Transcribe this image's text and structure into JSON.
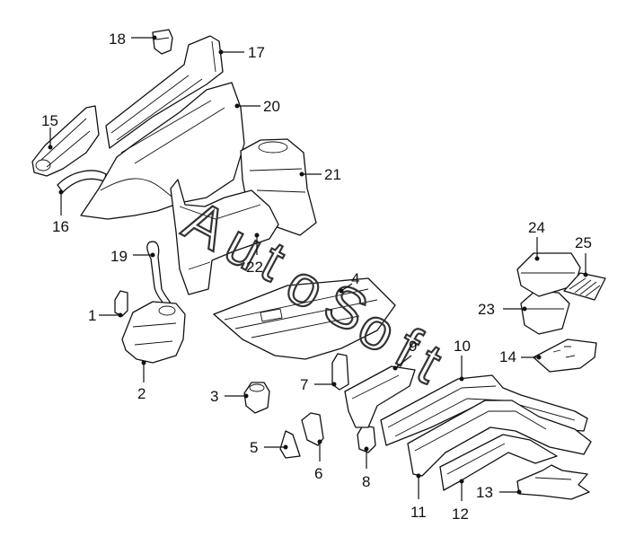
{
  "callouts": [
    {
      "id": "c1",
      "label": "1"
    },
    {
      "id": "c2",
      "label": "2"
    },
    {
      "id": "c3",
      "label": "3"
    },
    {
      "id": "c4",
      "label": "4"
    },
    {
      "id": "c5",
      "label": "5"
    },
    {
      "id": "c6",
      "label": "6"
    },
    {
      "id": "c7",
      "label": "7"
    },
    {
      "id": "c8",
      "label": "8"
    },
    {
      "id": "c9",
      "label": "9"
    },
    {
      "id": "c10",
      "label": "10"
    },
    {
      "id": "c11",
      "label": "11"
    },
    {
      "id": "c12",
      "label": "12"
    },
    {
      "id": "c13",
      "label": "13"
    },
    {
      "id": "c14",
      "label": "14"
    },
    {
      "id": "c15",
      "label": "15"
    },
    {
      "id": "c16",
      "label": "16"
    },
    {
      "id": "c17",
      "label": "17"
    },
    {
      "id": "c18",
      "label": "18"
    },
    {
      "id": "c19",
      "label": "19"
    },
    {
      "id": "c20",
      "label": "20"
    },
    {
      "id": "c21",
      "label": "21"
    },
    {
      "id": "c22",
      "label": "22"
    },
    {
      "id": "c23",
      "label": "23"
    },
    {
      "id": "c24",
      "label": "24"
    },
    {
      "id": "c25",
      "label": "25"
    }
  ],
  "watermark": {
    "letters": [
      "A",
      "u",
      "t",
      "o",
      "S",
      "o",
      "f",
      "t"
    ]
  },
  "colors": {
    "line": "#111111",
    "background": "#ffffff"
  }
}
